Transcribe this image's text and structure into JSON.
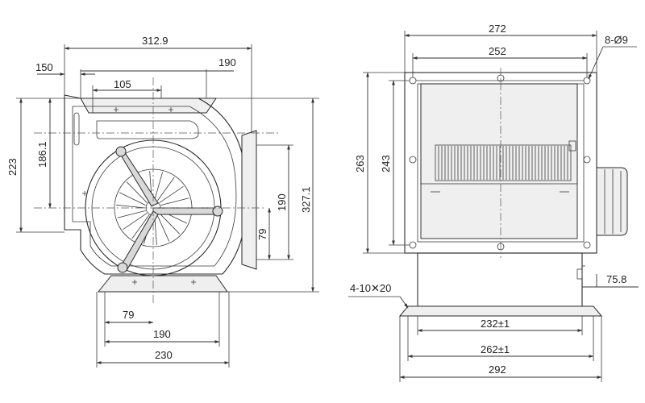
{
  "front_view": {
    "dims": {
      "total_width": "312.9",
      "inlet_offset": "150",
      "inlet_width": "190",
      "flange_inner": "105",
      "height_223": "223",
      "height_186": "186.1",
      "outlet_190": "190",
      "outlet_79": "79",
      "height_327": "327.1",
      "base_79": "79",
      "base_190": "190",
      "base_230": "230"
    }
  },
  "side_view": {
    "dims": {
      "width_272": "272",
      "width_252": "252",
      "holes": "8-Ø9",
      "height_263": "263",
      "height_243": "243",
      "slots": "4-10✕20",
      "offset_75_8": "75.8",
      "base_232": "232±1",
      "base_262": "262±1",
      "base_292": "292"
    }
  },
  "colors": {
    "line": "#2a2a2a",
    "shade": "#d9d9d9",
    "background": "#ffffff"
  }
}
